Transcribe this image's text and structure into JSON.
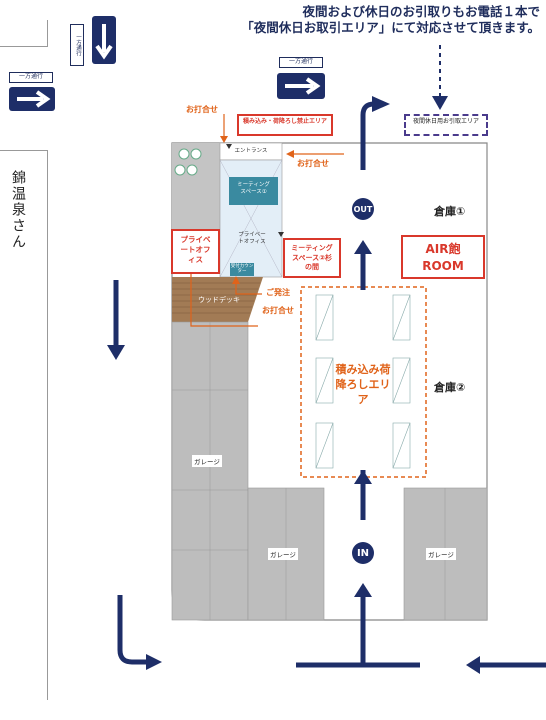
{
  "notice": {
    "line1": "夜間および休日のお引取りもお電話１本で",
    "line2": "「夜間休日お取引エリア」にて対応させて頂きます。"
  },
  "one_way_label": "一方通行",
  "street_name": "錦温泉さん",
  "zones": {
    "loading_forbidden": "積み込み・荷降ろし禁止エリア",
    "night_pickup": "夜間休日用お引取エリア",
    "entrance": "エントランス",
    "meeting1": "ミーティングスペース①",
    "private_office": "プライベートオフィス",
    "private_office_red": "プライベートオフィス",
    "meeting2": "ミーティングスペース②杉の間",
    "counter": "受付カウンター",
    "wood_deck": "ウッドデッキ",
    "warehouse1": "倉庫①",
    "warehouse2": "倉庫②",
    "air_room": "AIR飽ROOM",
    "loading_area": "積み込み荷降ろしエリア",
    "garage": "ガレージ"
  },
  "annotations": {
    "meeting": "お打合せ",
    "order": "ご発注"
  },
  "markers": {
    "out": "OUT",
    "in": "IN"
  },
  "colors": {
    "navy": "#1e2e68",
    "red": "#d9382b",
    "orange": "#e0631a",
    "purple": "#4a3b8c"
  }
}
